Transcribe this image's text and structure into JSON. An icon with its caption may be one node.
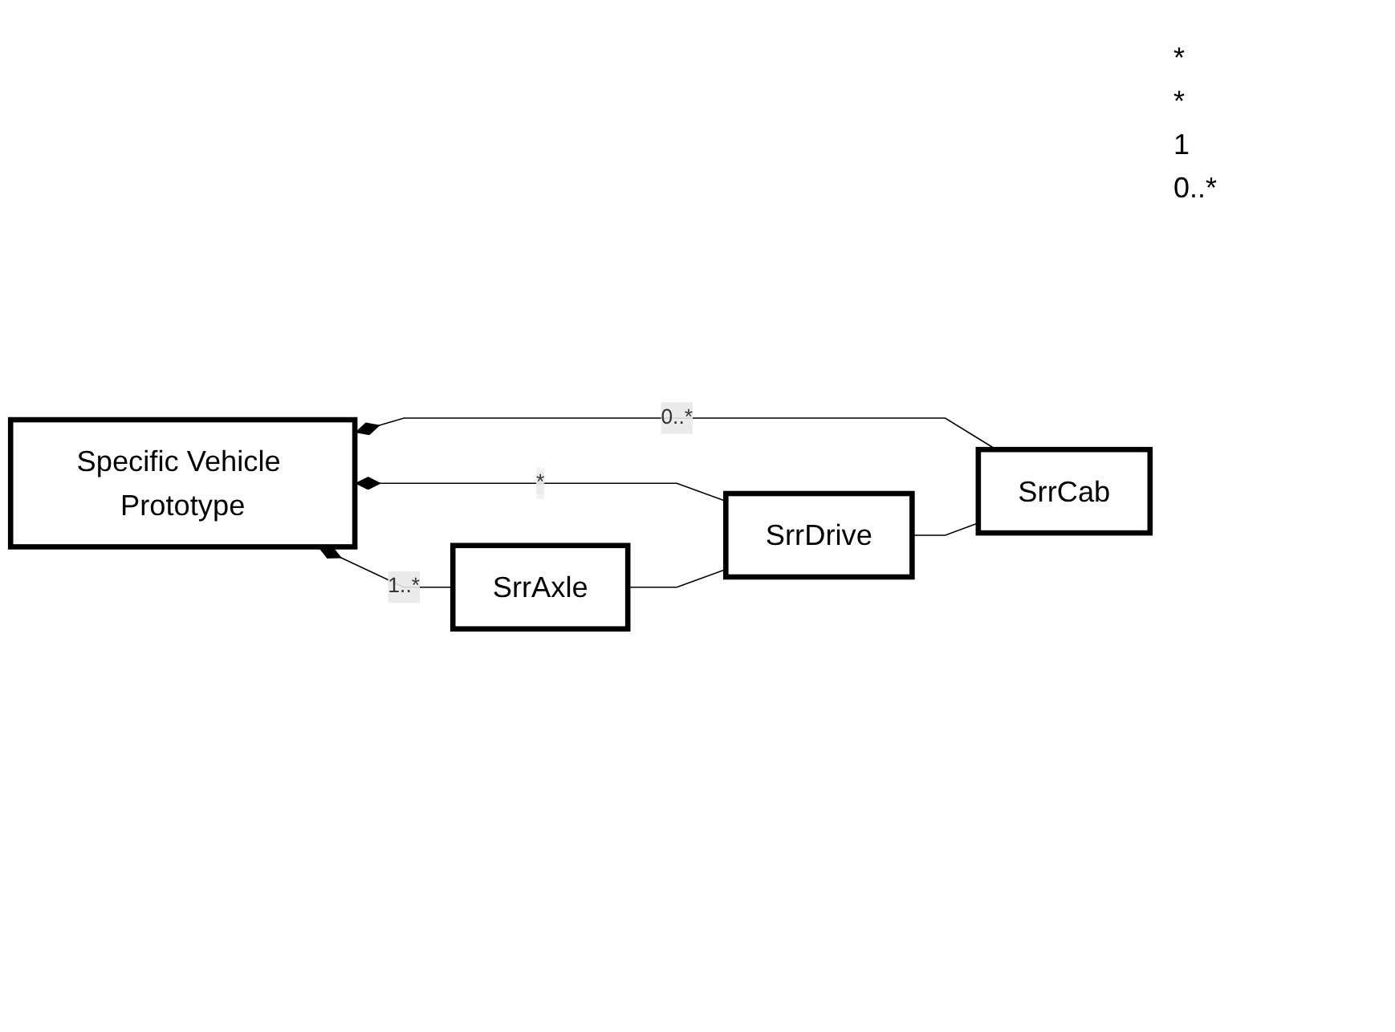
{
  "diagram": {
    "nodes": [
      {
        "text": [
          "Specific Vehicle Prototype"
        ]
      },
      {
        "text": [
          "SrrCab"
        ]
      },
      {
        "text": [
          "SrrDrive"
        ]
      },
      {
        "text": [
          "SrrAxle"
        ]
      }
    ],
    "edges": [
      {
        "from": 1,
        "to": 0,
        "arrow": "other",
        "label": "0..*"
      },
      {
        "from": 2,
        "to": 0,
        "arrow": "other",
        "label": "*"
      },
      {
        "from": 3,
        "to": 0,
        "arrow": "other",
        "label": "1..*"
      },
      {
        "from": 1,
        "to": 2,
        "arrow": "none"
      },
      {
        "from": 2,
        "to": 3,
        "arrow": "none"
      }
    ],
    "labels": [
      "*",
      "*",
      "1",
      "0..*"
    ]
  }
}
